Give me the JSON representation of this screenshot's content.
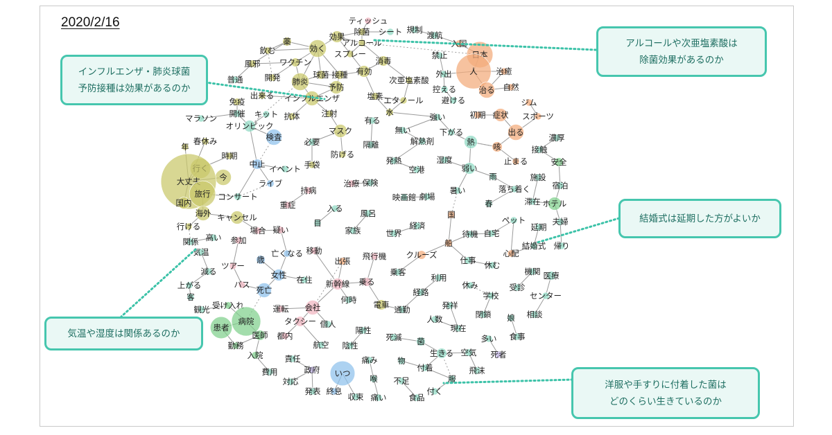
{
  "title_date": "2020/2/16",
  "colors": {
    "callout_border": "#46c6ae",
    "callout_bg": "#eaf8f5",
    "callout_text": "#1f6f62",
    "leader": "#3cc2a8",
    "edge": "#9a9a9a",
    "olive": "#c9c86a",
    "orange": "#f3ab7a",
    "green": "#7fd08c",
    "blue": "#8dc0ec",
    "pink": "#f1b6c0",
    "teal": "#8fd9c4",
    "lavender": "#c3b6e8"
  },
  "callouts": [
    {
      "id": "influenza",
      "lines": [
        "インフルエンザ・肺炎球菌",
        "予防接種は効果があるのか"
      ]
    },
    {
      "id": "alcohol",
      "lines": [
        "アルコールや次亜塩素酸は",
        "除菌効果があるのか"
      ]
    },
    {
      "id": "wedding",
      "lines": [
        "結婚式は延期した方がよいか"
      ]
    },
    {
      "id": "temperature",
      "lines": [
        "気温や湿度は関係あるのか"
      ]
    },
    {
      "id": "clothes",
      "lines": [
        "洋服や手すりに付着した菌は",
        "どのくらい生きているのか"
      ]
    }
  ],
  "nodes": [
    {
      "id": "n1",
      "label": "ティッシュ",
      "g": "pink",
      "s": 4
    },
    {
      "id": "n2",
      "label": "規制",
      "g": "teal",
      "s": 3
    },
    {
      "id": "n3",
      "label": "除菌",
      "g": "olive",
      "s": 5
    },
    {
      "id": "n4",
      "label": "シート",
      "g": "teal",
      "s": 3
    },
    {
      "id": "n5",
      "label": "渡航",
      "g": "teal",
      "s": 3
    },
    {
      "id": "n6",
      "label": "効果",
      "g": "olive",
      "s": 8
    },
    {
      "id": "n7",
      "label": "アルコール",
      "g": "olive",
      "s": 5
    },
    {
      "id": "n8",
      "label": "薬",
      "g": "olive",
      "s": 6
    },
    {
      "id": "n9",
      "label": "入国",
      "g": "orange",
      "s": 5
    },
    {
      "id": "n10",
      "label": "効く",
      "g": "olive",
      "s": 12
    },
    {
      "id": "n11",
      "label": "日本",
      "g": "orange",
      "s": 18
    },
    {
      "id": "n12",
      "label": "飲む",
      "g": "olive",
      "s": 4
    },
    {
      "id": "n13",
      "label": "スプレー",
      "g": "olive",
      "s": 4
    },
    {
      "id": "n14",
      "label": "禁止",
      "g": "teal",
      "s": 3
    },
    {
      "id": "n15",
      "label": "風邪",
      "g": "olive",
      "s": 5
    },
    {
      "id": "n16",
      "label": "消毒",
      "g": "olive",
      "s": 7
    },
    {
      "id": "n17",
      "label": "ワクチン",
      "g": "olive",
      "s": 6
    },
    {
      "id": "n18",
      "label": "人",
      "g": "orange",
      "s": 24
    },
    {
      "id": "n19",
      "label": "治癒",
      "g": "orange",
      "s": 4
    },
    {
      "id": "n20",
      "label": "有効",
      "g": "olive",
      "s": 8
    },
    {
      "id": "n21",
      "label": "開発",
      "g": "olive",
      "s": 4
    },
    {
      "id": "n22",
      "label": "球菌",
      "g": "olive",
      "s": 6
    },
    {
      "id": "n23",
      "label": "接種",
      "g": "olive",
      "s": 6
    },
    {
      "id": "n24",
      "label": "外出",
      "g": "teal",
      "s": 3
    },
    {
      "id": "n25",
      "label": "普通",
      "g": "teal",
      "s": 3
    },
    {
      "id": "n26",
      "label": "肺炎",
      "g": "olive",
      "s": 12
    },
    {
      "id": "n27",
      "label": "次亜塩素酸",
      "g": "olive",
      "s": 4
    },
    {
      "id": "n28",
      "label": "予防",
      "g": "olive",
      "s": 9
    },
    {
      "id": "n29",
      "label": "治る",
      "g": "orange",
      "s": 11
    },
    {
      "id": "n30",
      "label": "自然",
      "g": "orange",
      "s": 4
    },
    {
      "id": "n31",
      "label": "控える",
      "g": "teal",
      "s": 3
    },
    {
      "id": "n32",
      "label": "出来る",
      "g": "olive",
      "s": 4
    },
    {
      "id": "n33",
      "label": "インフルエンザ",
      "g": "olive",
      "s": 10
    },
    {
      "id": "n34",
      "label": "塩素",
      "g": "olive",
      "s": 5
    },
    {
      "id": "n35",
      "label": "避ける",
      "g": "teal",
      "s": 3
    },
    {
      "id": "n36",
      "label": "ジム",
      "g": "orange",
      "s": 3
    },
    {
      "id": "n37",
      "label": "免疫",
      "g": "olive",
      "s": 5
    },
    {
      "id": "n38",
      "label": "エタノール",
      "g": "olive",
      "s": 4
    },
    {
      "id": "n39",
      "label": "開催",
      "g": "teal",
      "s": 4
    },
    {
      "id": "n40",
      "label": "キット",
      "g": "teal",
      "s": 3
    },
    {
      "id": "n41",
      "label": "抗体",
      "g": "olive",
      "s": 3
    },
    {
      "id": "n42",
      "label": "注射",
      "g": "olive",
      "s": 4
    },
    {
      "id": "n43",
      "label": "水",
      "g": "olive",
      "s": 5
    },
    {
      "id": "n44",
      "label": "強い",
      "g": "teal",
      "s": 4
    },
    {
      "id": "n45",
      "label": "初期",
      "g": "orange",
      "s": 4
    },
    {
      "id": "n46",
      "label": "症状",
      "g": "orange",
      "s": 9
    },
    {
      "id": "n47",
      "label": "スポーツ",
      "g": "orange",
      "s": 3
    },
    {
      "id": "n48",
      "label": "マラソン",
      "g": "teal",
      "s": 3
    },
    {
      "id": "n49",
      "label": "オリンピック",
      "g": "teal",
      "s": 8
    },
    {
      "id": "n50",
      "label": "有る",
      "g": "teal",
      "s": 3
    },
    {
      "id": "n51",
      "label": "マスク",
      "g": "olive",
      "s": 9
    },
    {
      "id": "n52",
      "label": "無い",
      "g": "teal",
      "s": 3
    },
    {
      "id": "n53",
      "label": "下がる",
      "g": "teal",
      "s": 4
    },
    {
      "id": "n54",
      "label": "出る",
      "g": "orange",
      "s": 11
    },
    {
      "id": "n55",
      "label": "濃厚",
      "g": "teal",
      "s": 3
    },
    {
      "id": "n56",
      "label": "年",
      "g": "olive",
      "s": 3
    },
    {
      "id": "n57",
      "label": "春休み",
      "g": "olive",
      "s": 3
    },
    {
      "id": "n58",
      "label": "検査",
      "g": "blue",
      "s": 11
    },
    {
      "id": "n59",
      "label": "必要",
      "g": "teal",
      "s": 3
    },
    {
      "id": "n60",
      "label": "隔離",
      "g": "teal",
      "s": 3
    },
    {
      "id": "n61",
      "label": "解熱剤",
      "g": "teal",
      "s": 3
    },
    {
      "id": "n62",
      "label": "熱",
      "g": "teal",
      "s": 9
    },
    {
      "id": "n63",
      "label": "咳",
      "g": "orange",
      "s": 7
    },
    {
      "id": "n64",
      "label": "接触",
      "g": "teal",
      "s": 3
    },
    {
      "id": "n65",
      "label": "防げる",
      "g": "olive",
      "s": 4
    },
    {
      "id": "n66",
      "label": "時期",
      "g": "olive",
      "s": 4
    },
    {
      "id": "n67",
      "label": "手袋",
      "g": "olive",
      "s": 3
    },
    {
      "id": "n68",
      "label": "止まる",
      "g": "orange",
      "s": 3
    },
    {
      "id": "n69",
      "label": "安全",
      "g": "green",
      "s": 6
    },
    {
      "id": "n70",
      "label": "中止",
      "g": "blue",
      "s": 7
    },
    {
      "id": "n71",
      "label": "発熱",
      "g": "teal",
      "s": 3
    },
    {
      "id": "n72",
      "label": "湿度",
      "g": "teal",
      "s": 3
    },
    {
      "id": "n73",
      "label": "行く",
      "g": "olive",
      "s": 14
    },
    {
      "id": "n74",
      "label": "イベント",
      "g": "teal",
      "s": 3
    },
    {
      "id": "n75",
      "label": "空港",
      "g": "teal",
      "s": 3
    },
    {
      "id": "n76",
      "label": "弱い",
      "g": "teal",
      "s": 8
    },
    {
      "id": "n77",
      "label": "雨",
      "g": "teal",
      "s": 4
    },
    {
      "id": "n78",
      "label": "施設",
      "g": "teal",
      "s": 3
    },
    {
      "id": "n79",
      "label": "今",
      "g": "olive",
      "s": 11
    },
    {
      "id": "n80",
      "label": "大丈夫",
      "g": "olive",
      "s": 38
    },
    {
      "id": "n81",
      "label": "ライブ",
      "g": "blue",
      "s": 5
    },
    {
      "id": "n82",
      "label": "治療",
      "g": "pink",
      "s": 3
    },
    {
      "id": "n83",
      "label": "保険",
      "g": "teal",
      "s": 3
    },
    {
      "id": "n84",
      "label": "落ち着く",
      "g": "teal",
      "s": 3
    },
    {
      "id": "n85",
      "label": "宿泊",
      "g": "teal",
      "s": 3
    },
    {
      "id": "n86",
      "label": "旅行",
      "g": "olive",
      "s": 18
    },
    {
      "id": "n87",
      "label": "持病",
      "g": "pink",
      "s": 3
    },
    {
      "id": "n88",
      "label": "暑い",
      "g": "teal",
      "s": 4
    },
    {
      "id": "n89",
      "label": "コンサート",
      "g": "teal",
      "s": 5
    },
    {
      "id": "n90",
      "label": "映画館",
      "g": "teal",
      "s": 3
    },
    {
      "id": "n91",
      "label": "劇場",
      "g": "teal",
      "s": 3
    },
    {
      "id": "n92",
      "label": "春",
      "g": "teal",
      "s": 3
    },
    {
      "id": "n93",
      "label": "滞在",
      "g": "teal",
      "s": 3
    },
    {
      "id": "n94",
      "label": "ホテル",
      "g": "green",
      "s": 9
    },
    {
      "id": "n95",
      "label": "国内",
      "g": "olive",
      "s": 8
    },
    {
      "id": "n96",
      "label": "重症",
      "g": "pink",
      "s": 3
    },
    {
      "id": "n97",
      "label": "海外",
      "g": "olive",
      "s": 10
    },
    {
      "id": "n98",
      "label": "入る",
      "g": "teal",
      "s": 3
    },
    {
      "id": "n99",
      "label": "風呂",
      "g": "teal",
      "s": 3
    },
    {
      "id": "n100",
      "label": "キャンセル",
      "g": "olive",
      "s": 9
    },
    {
      "id": "n101",
      "label": "国",
      "g": "orange",
      "s": 5
    },
    {
      "id": "n102",
      "label": "ペット",
      "g": "teal",
      "s": 3
    },
    {
      "id": "n103",
      "label": "夫婦",
      "g": "teal",
      "s": 3
    },
    {
      "id": "n104",
      "label": "行ける",
      "g": "olive",
      "s": 4
    },
    {
      "id": "n105",
      "label": "目",
      "g": "teal",
      "s": 3
    },
    {
      "id": "n106",
      "label": "延期",
      "g": "teal",
      "s": 3
    },
    {
      "id": "n107",
      "label": "場合",
      "g": "pink",
      "s": 4
    },
    {
      "id": "n108",
      "label": "疑い",
      "g": "pink",
      "s": 3
    },
    {
      "id": "n109",
      "label": "家族",
      "g": "teal",
      "s": 3
    },
    {
      "id": "n110",
      "label": "世界",
      "g": "teal",
      "s": 3
    },
    {
      "id": "n111",
      "label": "経済",
      "g": "teal",
      "s": 3
    },
    {
      "id": "n112",
      "label": "待機",
      "g": "teal",
      "s": 4
    },
    {
      "id": "n113",
      "label": "自宅",
      "g": "teal",
      "s": 4
    },
    {
      "id": "n114",
      "label": "関係",
      "g": "teal",
      "s": 3
    },
    {
      "id": "n115",
      "label": "高い",
      "g": "teal",
      "s": 3
    },
    {
      "id": "n116",
      "label": "結婚式",
      "g": "teal",
      "s": 3
    },
    {
      "id": "n117",
      "label": "帰り",
      "g": "teal",
      "s": 3
    },
    {
      "id": "n118",
      "label": "参加",
      "g": "pink",
      "s": 3
    },
    {
      "id": "n119",
      "label": "船",
      "g": "orange",
      "s": 5
    },
    {
      "id": "n120",
      "label": "気温",
      "g": "teal",
      "s": 3
    },
    {
      "id": "n121",
      "label": "亡くなる",
      "g": "blue",
      "s": 3
    },
    {
      "id": "n122",
      "label": "移動",
      "g": "pink",
      "s": 3
    },
    {
      "id": "n123",
      "label": "クルーズ",
      "g": "orange",
      "s": 6
    },
    {
      "id": "n124",
      "label": "心配",
      "g": "orange",
      "s": 4
    },
    {
      "id": "n125",
      "label": "飛行機",
      "g": "pink",
      "s": 4
    },
    {
      "id": "n126",
      "label": "歳",
      "g": "blue",
      "s": 6
    },
    {
      "id": "n127",
      "label": "出張",
      "g": "orange",
      "s": 5
    },
    {
      "id": "n128",
      "label": "仕事",
      "g": "teal",
      "s": 5
    },
    {
      "id": "n129",
      "label": "休む",
      "g": "teal",
      "s": 3
    },
    {
      "id": "n130",
      "label": "ツアー",
      "g": "pink",
      "s": 4
    },
    {
      "id": "n131",
      "label": "機関",
      "g": "teal",
      "s": 3
    },
    {
      "id": "n132",
      "label": "減る",
      "g": "teal",
      "s": 3
    },
    {
      "id": "n133",
      "label": "女性",
      "g": "blue",
      "s": 8
    },
    {
      "id": "n134",
      "label": "在住",
      "g": "teal",
      "s": 3
    },
    {
      "id": "n135",
      "label": "乗客",
      "g": "teal",
      "s": 3
    },
    {
      "id": "n136",
      "label": "医療",
      "g": "teal",
      "s": 6
    },
    {
      "id": "n137",
      "label": "上がる",
      "g": "teal",
      "s": 3
    },
    {
      "id": "n138",
      "label": "利用",
      "g": "teal",
      "s": 3
    },
    {
      "id": "n139",
      "label": "休み",
      "g": "teal",
      "s": 3
    },
    {
      "id": "n140",
      "label": "バス",
      "g": "pink",
      "s": 4
    },
    {
      "id": "n141",
      "label": "新幹線",
      "g": "pink",
      "s": 8
    },
    {
      "id": "n142",
      "label": "乗る",
      "g": "pink",
      "s": 6
    },
    {
      "id": "n143",
      "label": "受診",
      "g": "teal",
      "s": 3
    },
    {
      "id": "n144",
      "label": "死亡",
      "g": "blue",
      "s": 10
    },
    {
      "id": "n145",
      "label": "学校",
      "g": "teal",
      "s": 3
    },
    {
      "id": "n146",
      "label": "客",
      "g": "teal",
      "s": 3
    },
    {
      "id": "n147",
      "label": "経路",
      "g": "teal",
      "s": 3
    },
    {
      "id": "n148",
      "label": "センター",
      "g": "teal",
      "s": 3
    },
    {
      "id": "n149",
      "label": "何時",
      "g": "teal",
      "s": 3
    },
    {
      "id": "n150",
      "label": "観光",
      "g": "teal",
      "s": 3
    },
    {
      "id": "n151",
      "label": "受け入れ",
      "g": "green",
      "s": 5
    },
    {
      "id": "n152",
      "label": "運転",
      "g": "pink",
      "s": 3
    },
    {
      "id": "n153",
      "label": "会社",
      "g": "pink",
      "s": 10
    },
    {
      "id": "n154",
      "label": "電車",
      "g": "olive",
      "s": 7
    },
    {
      "id": "n155",
      "label": "通勤",
      "g": "teal",
      "s": 3
    },
    {
      "id": "n156",
      "label": "発祥",
      "g": "teal",
      "s": 3
    },
    {
      "id": "n157",
      "label": "病院",
      "g": "green",
      "s": 20
    },
    {
      "id": "n158",
      "label": "閉鎖",
      "g": "teal",
      "s": 3
    },
    {
      "id": "n159",
      "label": "相談",
      "g": "teal",
      "s": 3
    },
    {
      "id": "n160",
      "label": "人数",
      "g": "teal",
      "s": 3
    },
    {
      "id": "n161",
      "label": "娘",
      "g": "teal",
      "s": 3
    },
    {
      "id": "n162",
      "label": "タクシー",
      "g": "pink",
      "s": 7
    },
    {
      "id": "n163",
      "label": "個人",
      "g": "teal",
      "s": 3
    },
    {
      "id": "n164",
      "label": "現在",
      "g": "teal",
      "s": 3
    },
    {
      "id": "n165",
      "label": "患者",
      "g": "green",
      "s": 15
    },
    {
      "id": "n166",
      "label": "陽性",
      "g": "teal",
      "s": 3
    },
    {
      "id": "n167",
      "label": "医師",
      "g": "green",
      "s": 7
    },
    {
      "id": "n168",
      "label": "都内",
      "g": "pink",
      "s": 4
    },
    {
      "id": "n169",
      "label": "食事",
      "g": "teal",
      "s": 3
    },
    {
      "id": "n170",
      "label": "死滅",
      "g": "teal",
      "s": 3
    },
    {
      "id": "n171",
      "label": "菌",
      "g": "teal",
      "s": 6
    },
    {
      "id": "n172",
      "label": "多い",
      "g": "teal",
      "s": 3
    },
    {
      "id": "n173",
      "label": "勤務",
      "g": "green",
      "s": 4
    },
    {
      "id": "n174",
      "label": "航空",
      "g": "teal",
      "s": 3
    },
    {
      "id": "n175",
      "label": "陰性",
      "g": "teal",
      "s": 3
    },
    {
      "id": "n176",
      "label": "生きる",
      "g": "teal",
      "s": 7
    },
    {
      "id": "n177",
      "label": "空気",
      "g": "teal",
      "s": 5
    },
    {
      "id": "n178",
      "label": "死者",
      "g": "lavender",
      "s": 4
    },
    {
      "id": "n179",
      "label": "入院",
      "g": "green",
      "s": 5
    },
    {
      "id": "n180",
      "label": "責任",
      "g": "teal",
      "s": 3
    },
    {
      "id": "n181",
      "label": "痛み",
      "g": "teal",
      "s": 3
    },
    {
      "id": "n182",
      "label": "物",
      "g": "teal",
      "s": 3
    },
    {
      "id": "n183",
      "label": "付着",
      "g": "teal",
      "s": 3
    },
    {
      "id": "n184",
      "label": "飛沫",
      "g": "teal",
      "s": 3
    },
    {
      "id": "n185",
      "label": "費用",
      "g": "teal",
      "s": 3
    },
    {
      "id": "n186",
      "label": "政府",
      "g": "lavender",
      "s": 4
    },
    {
      "id": "n187",
      "label": "いつ",
      "g": "blue",
      "s": 17
    },
    {
      "id": "n188",
      "label": "喉",
      "g": "teal",
      "s": 3
    },
    {
      "id": "n189",
      "label": "服",
      "g": "teal",
      "s": 3
    },
    {
      "id": "n190",
      "label": "不足",
      "g": "teal",
      "s": 3
    },
    {
      "id": "n191",
      "label": "対応",
      "g": "teal",
      "s": 3
    },
    {
      "id": "n192",
      "label": "付く",
      "g": "teal",
      "s": 3
    },
    {
      "id": "n193",
      "label": "発表",
      "g": "teal",
      "s": 3
    },
    {
      "id": "n194",
      "label": "終息",
      "g": "blue",
      "s": 4
    },
    {
      "id": "n195",
      "label": "収束",
      "g": "teal",
      "s": 3
    },
    {
      "id": "n196",
      "label": "痛い",
      "g": "teal",
      "s": 3
    },
    {
      "id": "n197",
      "label": "食品",
      "g": "teal",
      "s": 3
    }
  ]
}
